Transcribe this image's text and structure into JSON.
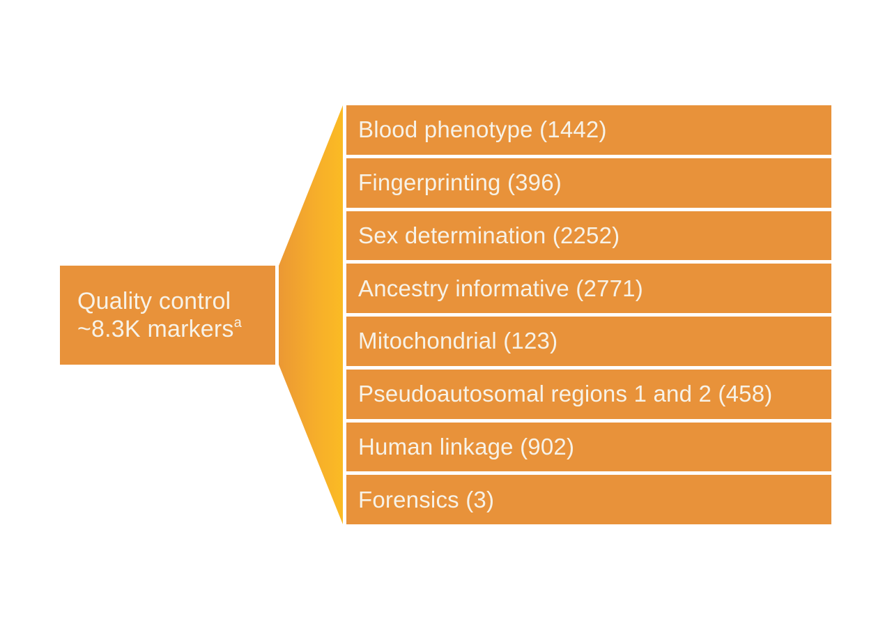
{
  "diagram": {
    "type": "fan-out-tree",
    "root": {
      "line1": "Quality control",
      "line2": "~8.3K markers",
      "superscript": "a"
    },
    "branches": [
      {
        "label": "Blood phenotype",
        "count": 1442,
        "text": "Blood phenotype (1442)"
      },
      {
        "label": "Fingerprinting",
        "count": 396,
        "text": "Fingerprinting (396)"
      },
      {
        "label": "Sex determination",
        "count": 2252,
        "text": "Sex determination (2252)"
      },
      {
        "label": "Ancestry informative",
        "count": 2771,
        "text": "Ancestry informative (2771)"
      },
      {
        "label": "Mitochondrial",
        "count": 123,
        "text": "Mitochondrial (123)"
      },
      {
        "label": "Pseudoautosomal regions 1 and 2",
        "count": 458,
        "text": "Pseudoautosomal regions 1 and 2 (458)"
      },
      {
        "label": "Human linkage",
        "count": 902,
        "text": "Human linkage (902)"
      },
      {
        "label": "Forensics",
        "count": 3,
        "text": "Forensics (3)"
      }
    ],
    "colors": {
      "node_orange": "#E8923A",
      "fan_gradient_start": "#EB9834",
      "fan_gradient_end": "#FBBB24",
      "text_cream": "#F7F2E7",
      "background": "#FFFFFF"
    }
  }
}
